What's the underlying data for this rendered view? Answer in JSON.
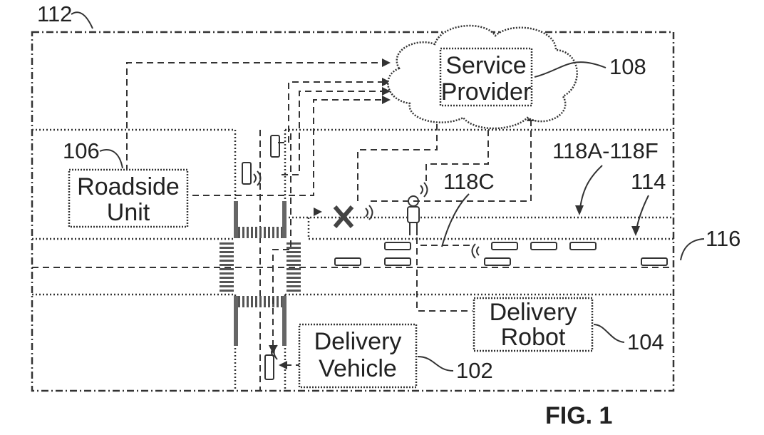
{
  "figure": {
    "caption": "FIG. 1"
  },
  "boxes": {
    "service_provider": {
      "line1": "Service",
      "line2": "Provider"
    },
    "roadside_unit": {
      "line1": "Roadside",
      "line2": "Unit"
    },
    "delivery_vehicle": {
      "line1": "Delivery",
      "line2": "Vehicle"
    },
    "delivery_robot": {
      "line1": "Delivery",
      "line2": "Robot"
    }
  },
  "references": {
    "environment": "112",
    "service_provider": "108",
    "roadside_unit": "106",
    "lane_group": "118A-118F",
    "lane_c": "118C",
    "sidewalk": "114",
    "road": "116",
    "delivery_vehicle": "102",
    "delivery_robot": "104"
  }
}
